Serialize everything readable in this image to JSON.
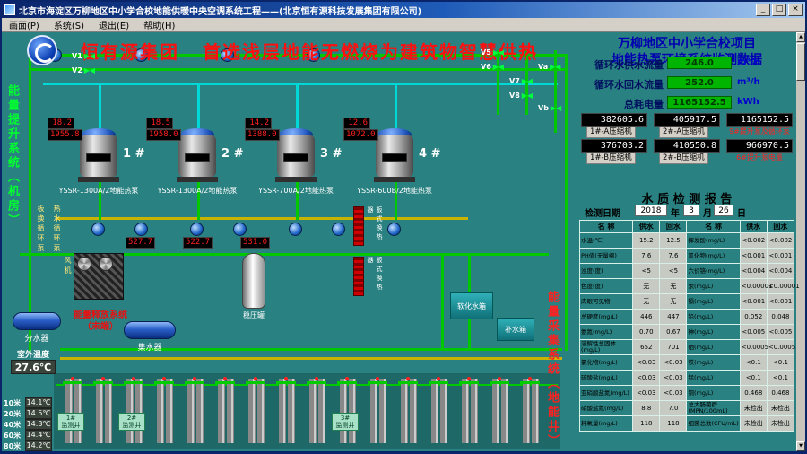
{
  "window": {
    "title": "北京市海淀区万柳地区中小学合校地能供暖中央空调系统工程——(北京恒有源科技发展集团有限公司)",
    "menu": [
      "画面(P)",
      "系统(S)",
      "退出(E)",
      "帮助(H)"
    ],
    "buttons": [
      {
        "id": "minimize-button",
        "glyph": "_"
      },
      {
        "id": "maximize-button",
        "glyph": "□"
      },
      {
        "id": "close-button",
        "glyph": "×"
      }
    ],
    "scrollbar_up": "▲",
    "scrollbar_down": "▼"
  },
  "header": {
    "brand": "恒有源集团",
    "slogan": "首选浅层地能无燃烧为建筑物智慧供热",
    "project_line1": "万柳地区中小学合校项目",
    "project_line2": "地能热泵环境系统监测数据"
  },
  "metrics": [
    {
      "label": "循环水供水流量",
      "value": "246.0",
      "unit": "m³/h"
    },
    {
      "label": "循环水回水流量",
      "value": "252.0",
      "unit": "m³/h"
    },
    {
      "label": "总耗电量",
      "value": "1165152.5",
      "unit": "kWh"
    }
  ],
  "counters": [
    {
      "total": "382605.6",
      "label_a": "1#-A压缩机",
      "sub": "376703.2",
      "label_b": "1#-B压缩机",
      "red": false
    },
    {
      "total": "405917.5",
      "label_a": "2#-A压缩机",
      "sub": "410550.8",
      "label_b": "2#-B压缩机",
      "red": false
    },
    {
      "total": "1165152.5",
      "label_a": "9#提升泵及循环泵",
      "sub": "966970.5",
      "label_b": "6#提升泵电量",
      "red": true
    }
  ],
  "report": {
    "title": "水 质 检 测 报 告",
    "date_label": "检测日期",
    "year": "2018",
    "year_suffix": "年",
    "month": "3",
    "month_suffix": "月",
    "day": "26",
    "day_suffix": "日",
    "headers": [
      "名 称",
      "供水",
      "回水",
      "名 称",
      "供水",
      "回水"
    ],
    "rows": [
      [
        "水温(℃)",
        "15.2",
        "12.5",
        "挥发酚(mg/L)",
        "<0.002",
        "<0.002"
      ],
      [
        "PH值(无量纲)",
        "7.6",
        "7.6",
        "氰化物(mg/L)",
        "<0.001",
        "<0.001"
      ],
      [
        "浊度(度)",
        "<5",
        "<5",
        "六价铬(mg/L)",
        "<0.004",
        "<0.004"
      ],
      [
        "色度(度)",
        "无",
        "无",
        "汞(mg/L)",
        "<0.00001",
        "<0.00001"
      ],
      [
        "肉眼可见物",
        "无",
        "无",
        "镉(mg/L)",
        "<0.001",
        "<0.001"
      ],
      [
        "总硬度(mg/L)",
        "446",
        "447",
        "铅(mg/L)",
        "0.052",
        "0.048"
      ],
      [
        "氨氮(mg/L)",
        "0.70",
        "0.67",
        "砷(mg/L)",
        "<0.005",
        "<0.005"
      ],
      [
        "溶解性总固体(mg/L)",
        "652",
        "701",
        "硒(mg/L)",
        "<0.0005",
        "<0.0005"
      ],
      [
        "氯化物(mg/L)",
        "<0.03",
        "<0.03",
        "铁(mg/L)",
        "<0.1",
        "<0.1"
      ],
      [
        "硫酸盐(mg/L)",
        "<0.03",
        "<0.03",
        "锰(mg/L)",
        "<0.1",
        "<0.1"
      ],
      [
        "亚硝酸盐氮(mg/L)",
        "<0.03",
        "<0.03",
        "铜(mg/L)",
        "0.468",
        "0.468"
      ],
      [
        "硝酸盐氮(mg/L)",
        "8.8",
        "7.0",
        "总大肠菌群(MPN/100mL)",
        "未检出",
        "未检出"
      ],
      [
        "耗氧量(mg/L)",
        "118",
        "118",
        "细菌总数(CFU/mL)",
        "未检出",
        "未检出"
      ]
    ]
  },
  "plant": {
    "left_system": "能量提升系统（机房）",
    "right_system": "能量采集系统（地能井）",
    "release_line1": "能量释放系统",
    "release_line2": "（末端）",
    "valve_glyph": "▶◀",
    "valves": [
      "V1",
      "V2",
      "V5",
      "V6",
      "V7",
      "V8",
      "Va",
      "Vb"
    ],
    "units": [
      {
        "id": "1 #",
        "model": "YSSR-1300A/2地能热泵",
        "temp": "18.2",
        "hours": "1955.8"
      },
      {
        "id": "2 #",
        "model": "YSSR-1300A/2地能热泵",
        "temp": "18.5",
        "hours": "1958.0"
      },
      {
        "id": "3 #",
        "model": "YSSR-700A/2地能热泵",
        "temp": "14.2",
        "hours": "1388.0"
      },
      {
        "id": "4 #",
        "model": "YSSR-600B/2地能热泵",
        "temp": "12.6",
        "hours": "1072.0"
      }
    ],
    "pump_leds": [
      "527.7",
      "522.7",
      "531.0"
    ],
    "pump_labels": [
      "板换循环泵",
      "热水循环泵"
    ],
    "equipment": {
      "fan": "风机",
      "divider": "分水器",
      "collector": "集水器",
      "tank": "稳压罐",
      "softener": "软化水箱",
      "makeup": "补水箱",
      "hx1": "板式换热器",
      "hx2": "板式换热器"
    },
    "outdoor_label": "室外温度",
    "outdoor_value": "27.6℃",
    "depth_temps": [
      {
        "depth": "10米",
        "value": "14.1℃"
      },
      {
        "depth": "20米",
        "value": "14.5℃"
      },
      {
        "depth": "40米",
        "value": "14.3℃"
      },
      {
        "depth": "60米",
        "value": "14.4℃"
      },
      {
        "depth": "80米",
        "value": "14.2℃"
      }
    ],
    "well_count": 16,
    "well_labels": [
      {
        "no": "1#",
        "name": "监测井"
      },
      {
        "no": "2#",
        "name": "监测井"
      },
      {
        "no": "3#",
        "name": "监测井"
      }
    ]
  }
}
